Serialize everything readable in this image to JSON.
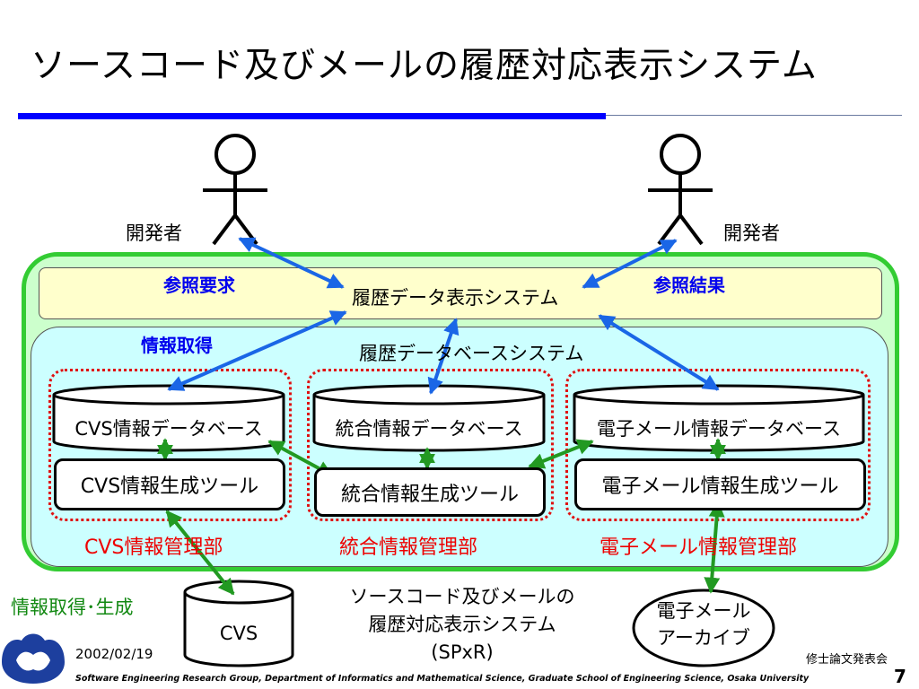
{
  "title": "ソースコード及びメールの履歴対応表示システム",
  "actors": {
    "left_label": "開発者",
    "right_label": "開発者"
  },
  "flows": {
    "request": "参照要求",
    "result": "参照結果",
    "info_get": "情報取得",
    "info_get_gen": "情報取得･生成"
  },
  "display_system": "履歴データ表示システム",
  "db_system": "履歴データベースシステム",
  "groups": [
    {
      "db": "CVS情報データベース",
      "tool": "CVS情報生成ツール",
      "dept": "CVS情報管理部"
    },
    {
      "db": "統合情報データベース",
      "tool": "統合情報生成ツール",
      "dept": "統合情報管理部"
    },
    {
      "db": "電子メール情報データベース",
      "tool": "電子メール情報生成ツール",
      "dept": "電子メール情報管理部"
    }
  ],
  "cvs": "CVS",
  "archive": {
    "line1": "電子メール",
    "line2": "アーカイブ"
  },
  "system_caption": {
    "line1": "ソースコード及びメールの",
    "line2": "履歴対応表示システム",
    "line3": "(SPxR)"
  },
  "footer": {
    "date": "2002/02/19",
    "event": "修士論文発表会",
    "page": "7",
    "affiliation": "Software Engineering Research Group, Department of Informatics and Mathematical Science, Graduate School of Engineering Science, Osaka University"
  },
  "colors": {
    "accent_blue": "#0000ff",
    "arrow_blue": "#1a66e6",
    "arrow_green": "#229922",
    "frame_green": "#33cc33",
    "dept_red": "#ee0000"
  }
}
